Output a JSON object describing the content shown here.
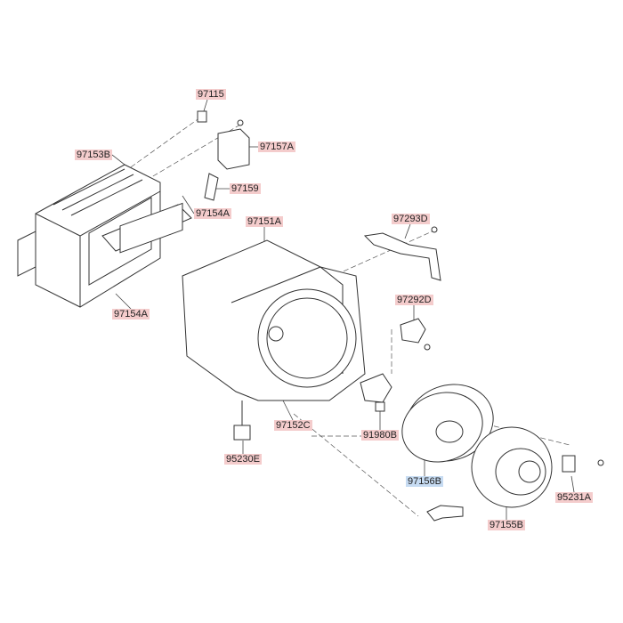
{
  "colors": {
    "label_bg": "#f4cccc",
    "selected_label_bg": "#c6dbf2",
    "line": "#333333"
  },
  "labels": {
    "p97115": "97115",
    "p97157A": "97157A",
    "p97153B": "97153B",
    "p97159": "97159",
    "p97154A_top": "97154A",
    "p97151A": "97151A",
    "p97293D": "97293D",
    "p97292D": "97292D",
    "p97154A_bottom": "97154A",
    "p91980B": "91980B",
    "p97152C": "97152C",
    "p95230E": "95230E",
    "p97156B": "97156B",
    "p95231A": "95231A",
    "p97155B": "97155B"
  },
  "selected_part": "97156B"
}
